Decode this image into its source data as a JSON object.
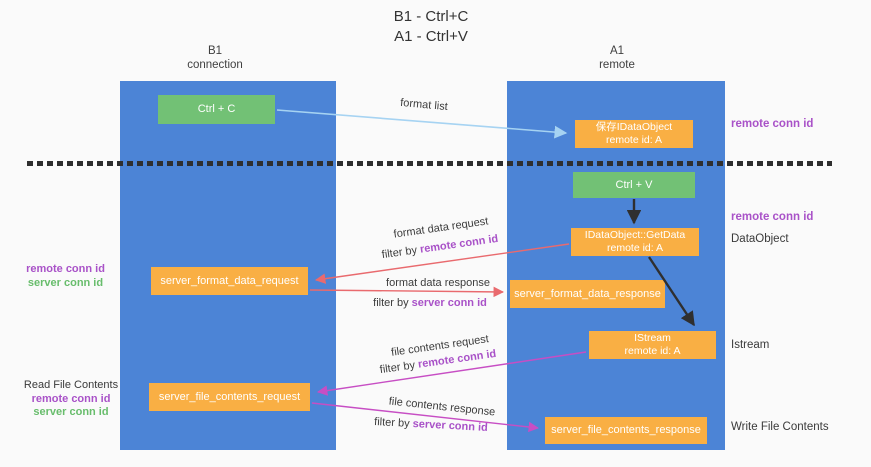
{
  "title": {
    "line1": "B1 - Ctrl+C",
    "line2": "A1 - Ctrl+V"
  },
  "columns": {
    "left": {
      "name": "B1",
      "subtitle": "connection"
    },
    "right": {
      "name": "A1",
      "subtitle": "remote"
    }
  },
  "nodes": {
    "ctrl_c": "Ctrl + C",
    "save_idataobject": {
      "line1": "保存IDataObject",
      "line2": "remote id: A"
    },
    "ctrl_v": "Ctrl + V",
    "getdata": {
      "line1": "IDataObject::GetData",
      "line2": "remote id: A"
    },
    "format_request": "server_format_data_request",
    "format_response": "server_format_data_response",
    "istream": {
      "line1": "IStream",
      "line2": "remote id: A"
    },
    "file_request": "server_file_contents_request",
    "file_response": "server_file_contents_response"
  },
  "edge_labels": {
    "format_list": "format list",
    "format_data_request": "format data request",
    "format_data_response": "format data response",
    "file_contents_request": "file contents request",
    "file_contents_response": "file contents response",
    "filter_by": "filter by ",
    "remote_conn_id": "remote conn id",
    "server_conn_id": "server conn id"
  },
  "side_labels": {
    "left_remote_conn_id": "remote conn id",
    "left_server_conn_id": "server conn id",
    "read_file_contents": "Read File Contents",
    "right_remote_conn_id_top": "remote conn id",
    "right_remote_conn_id_mid": "remote conn id",
    "dataobject": "DataObject",
    "istream": "Istream",
    "write_file_contents": "Write File Contents"
  },
  "colors": {
    "panel_blue": "#4c84d6",
    "box_green": "#72c175",
    "box_orange": "#f9af44",
    "arrow_light_blue": "#a6d3f2",
    "arrow_red": "#e96a6e",
    "arrow_magenta": "#c74ec4",
    "arrow_black": "#2f2f2f",
    "text_purple": "#a952c8",
    "text_green": "#68bd6c"
  }
}
